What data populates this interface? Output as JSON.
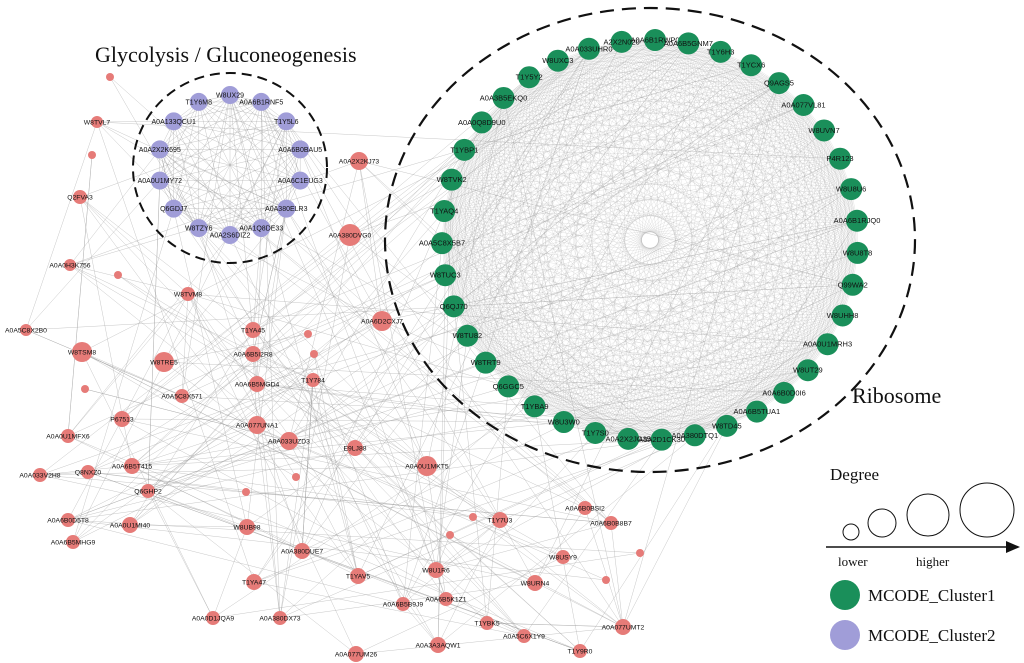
{
  "clusters": {
    "glycolysis_title": "Glycolysis / Gluconeogenesis",
    "ribosome_title": "Ribosome"
  },
  "legend": {
    "degree_title": "Degree",
    "lower": "lower",
    "higher": "higher",
    "cluster1": "MCODE_Cluster1",
    "cluster2": "MCODE_Cluster2"
  },
  "colors": {
    "cluster1": "#1a8f5a",
    "cluster2": "#a09dd8",
    "other": "#e67b78",
    "edge": "#9a9a9a"
  },
  "nodes_cluster1": [
    "T1Y5Y2",
    "W8UXC3",
    "A0A033UHR0",
    "A2X2N020",
    "A0A6B1RWP0",
    "A0A6B5GNM7",
    "T1Y6H3",
    "T1YCX6",
    "Q9AGS5",
    "A0A077VL81",
    "W8UVN7",
    "P4R123",
    "W8U8U6",
    "A0A6B1RJQ0",
    "W8U8T8",
    "Q99WA2",
    "W8UHH8",
    "A0A0U1MRH3",
    "W8UT29",
    "A0A6B0D0I6",
    "A0A6B5TUA1",
    "W8TD45",
    "A0A380DTQ1",
    "A0A2D1CK30",
    "A0A2X2JG35",
    "T1Y7S0",
    "W8U3W0",
    "T1YBA9",
    "Q6GGC5",
    "W8TRT9",
    "W8TU82",
    "Q6QJ70",
    "W8TUC3",
    "A0A5C8X5B7",
    "T1YAQ4",
    "W8TVK2",
    "T1YBP1",
    "A0A0Q8D9U0",
    "A0A3B5EKQ0"
  ],
  "nodes_cluster2": [
    "W8UX29",
    "A0A6B1RNF5",
    "T1Y5L6",
    "A0A6B0BAU5",
    "A0A6C1EUG3",
    "A0A380ELR3",
    "A0A1Q8DE33",
    "A0A2S6DIZ2",
    "W8TZY6",
    "Q6GDJ7",
    "A0A0U1MY72",
    "A0A2X2K695",
    "A0A133QCU1",
    "T1Y6M8"
  ],
  "nodes_other": [
    "W8TVL7",
    "Q2FVA3",
    "A0A0H3K756",
    "A0A5C8X2B0",
    "W8TSM8",
    "W8TRE5",
    "W8TVM8",
    "A0A2X2KJ73",
    "A0A380DVG0",
    "A0A6D2CXJ7",
    "T1YA45",
    "A0A6B5I2R8",
    "A0A6B5MGD4",
    "T1Y784",
    "A0A5C8X571",
    "P67513",
    "A0A0U1MFX6",
    "A0A033V2H8",
    "Q8NXZ0",
    "A0A6B5T415",
    "Q6GHP2",
    "A0A6B0D5T8",
    "A0A0U1MI40",
    "A0A6B5MHG9",
    "A0A077UNA1",
    "A0A033UZD3",
    "E9LJ88",
    "A0A0U1MKT5",
    "A0A6B0BSI2",
    "A0A6B0B8B7",
    "T1Y7U3",
    "W8USY9",
    "W8UB98",
    "A0A380DUE7",
    "T1YA47",
    "T1YAV5",
    "W8U1R6",
    "W8URN4",
    "A0A6B5K1Z1",
    "A0A6B5B9J9",
    "A0A380DX73",
    "A0A0D1JQA9",
    "T1YBK5",
    "A0A5C6X1Y9",
    "A0A077UMT2",
    "A0A077UM26",
    "A0A3A3AQW1",
    "T1Y9R0"
  ]
}
